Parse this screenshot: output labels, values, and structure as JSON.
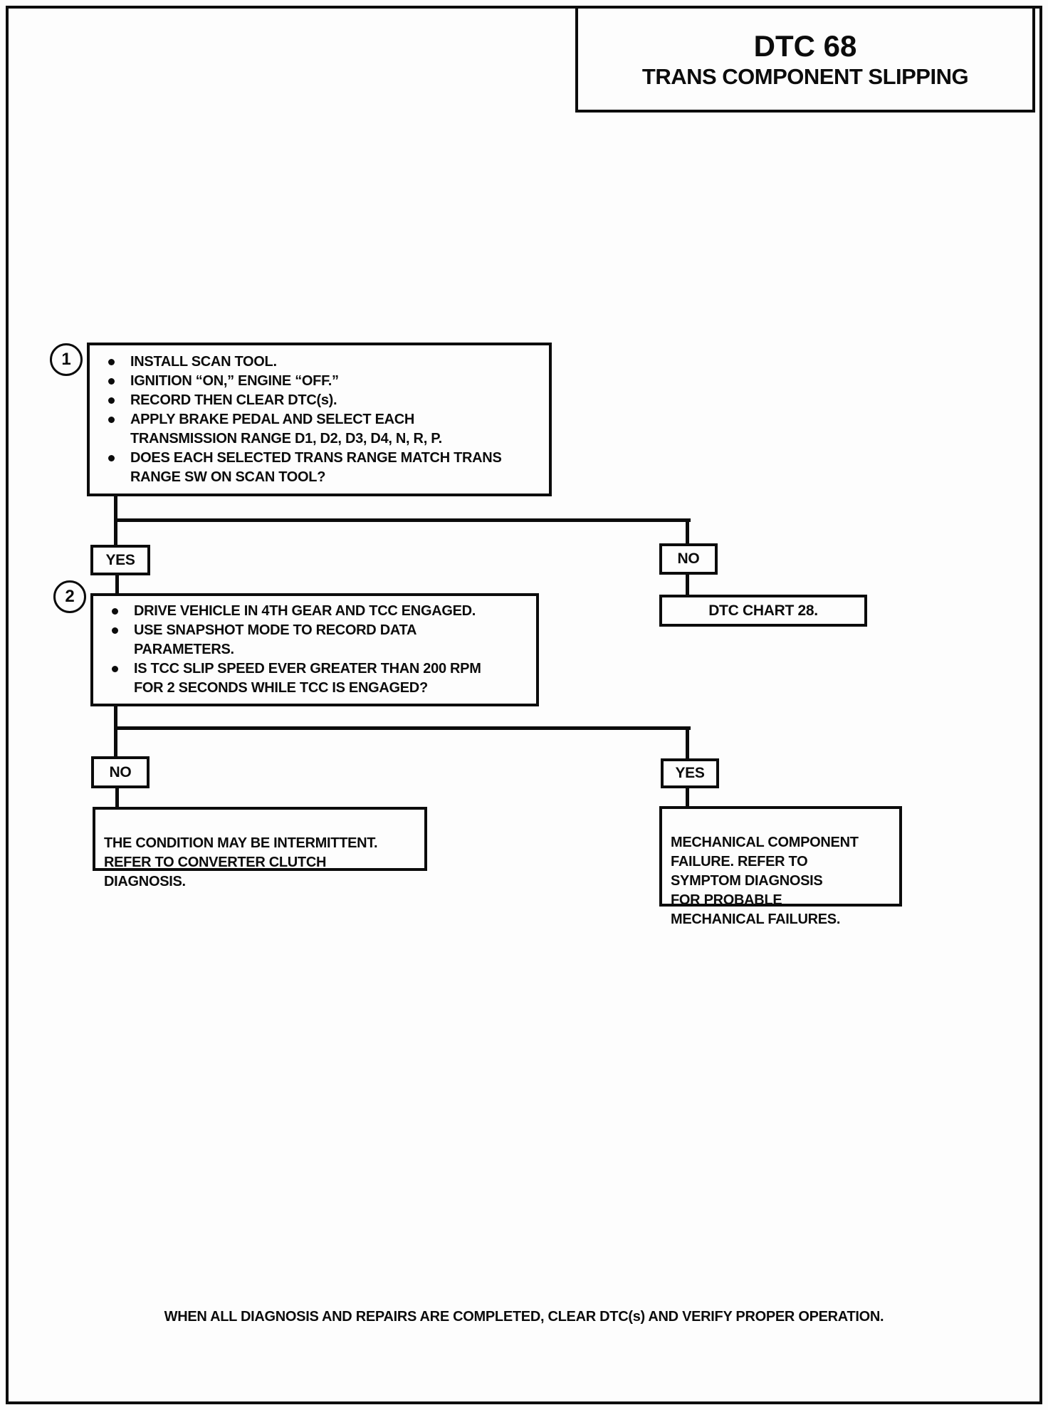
{
  "header": {
    "code": "DTC 68",
    "title": "TRANS COMPONENT SLIPPING"
  },
  "step1": {
    "number": "1",
    "bullets": [
      "INSTALL SCAN TOOL.",
      "IGNITION “ON,” ENGINE “OFF.”",
      "RECORD THEN CLEAR DTC(s).",
      "APPLY BRAKE PEDAL AND SELECT EACH\nTRANSMISSION RANGE D1, D2, D3, D4, N, R, P.",
      "DOES EACH SELECTED TRANS RANGE MATCH TRANS\nRANGE SW ON SCAN TOOL?"
    ],
    "yes_label": "YES",
    "no_label": "NO",
    "no_result": "DTC CHART 28."
  },
  "step2": {
    "number": "2",
    "bullets": [
      "DRIVE VEHICLE IN 4TH GEAR AND TCC ENGAGED.",
      "USE SNAPSHOT MODE TO RECORD DATA\nPARAMETERS.",
      "IS TCC SLIP SPEED EVER GREATER THAN 200 RPM\nFOR 2 SECONDS WHILE TCC IS ENGAGED?"
    ],
    "no_label": "NO",
    "yes_label": "YES",
    "no_result": "THE CONDITION MAY BE INTERMITTENT.\nREFER TO CONVERTER CLUTCH\nDIAGNOSIS.",
    "yes_result": "MECHANICAL COMPONENT\nFAILURE. REFER TO\nSYMPTOM DIAGNOSIS\nFOR PROBABLE\nMECHANICAL FAILURES."
  },
  "footer": {
    "note": "WHEN ALL DIAGNOSIS AND REPAIRS ARE COMPLETED, CLEAR DTC(s) AND VERIFY PROPER OPERATION."
  },
  "colors": {
    "ink": "#0c0c0c",
    "paper": "#fdfdfd"
  }
}
